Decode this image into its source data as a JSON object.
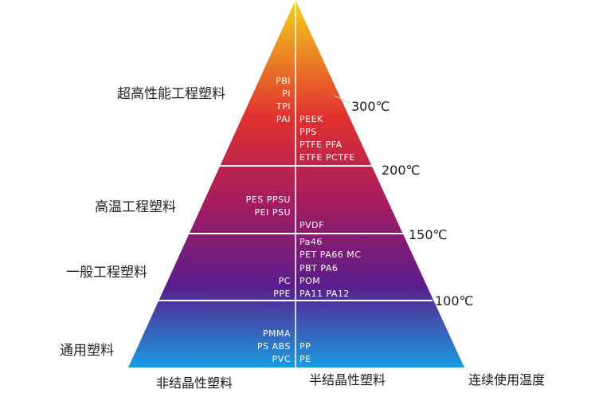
{
  "tiers": [
    {
      "label": "超高性能工程塑料",
      "temperature": "300℃",
      "amorphous": [
        "PBI",
        "PI",
        "TPI",
        "PAI"
      ],
      "semicrystalline": [
        "PEEK",
        "PPS",
        "PTFE PFA",
        "ETFE PCTFE"
      ]
    },
    {
      "label": "高温工程塑料",
      "temperature": "200℃",
      "amorphous": [
        "PES PPSU",
        "PEI PSU"
      ],
      "semicrystalline": [
        "PVDF"
      ]
    },
    {
      "label": "一般工程塑料",
      "temperature": "150℃",
      "amorphous": [
        "PC",
        "PPE"
      ],
      "semicrystalline": [
        "Pa46",
        "PET PA66 MC",
        "PBT PA6",
        "POM",
        "PA11 PA12"
      ]
    },
    {
      "label": "通用塑料",
      "temperature": "100℃",
      "amorphous": [
        "PMMA",
        "PS ABS",
        "PVC"
      ],
      "semicrystalline": [
        "PP",
        "PE"
      ]
    }
  ],
  "bottom": {
    "amorphous": "非结晶性塑料",
    "semicrystalline": "半结晶性塑料",
    "axis": "连续使用温度"
  },
  "colors": {
    "apex": "#f5d21a",
    "upper": "#e0302f",
    "middle": "#a51c5e",
    "lower": "#5a1d8c",
    "base": "#1a9be0",
    "divider": "#ffffff"
  }
}
